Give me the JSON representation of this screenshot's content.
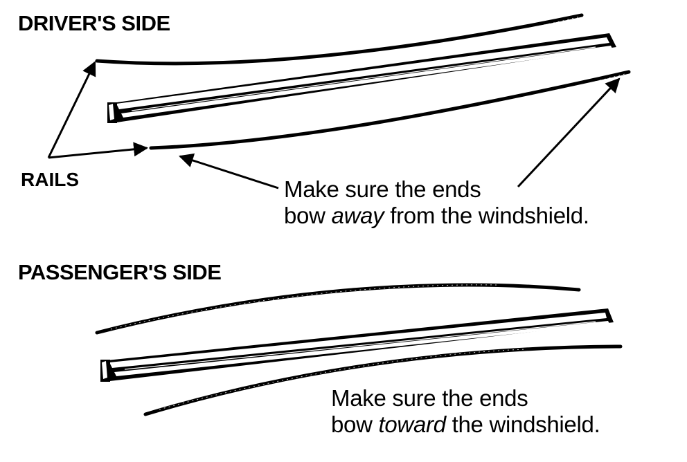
{
  "drivers_side": {
    "heading": "DRIVER'S SIDE",
    "rails_label": "RAILS",
    "note_line1": "Make sure the ends",
    "note_line2_pre": "bow ",
    "note_line2_em": "away",
    "note_line2_post": " from the windshield."
  },
  "passengers_side": {
    "heading": "PASSENGER'S SIDE",
    "note_line1": "Make sure the ends",
    "note_line2_pre": "bow ",
    "note_line2_em": "toward",
    "note_line2_post": " the windshield."
  },
  "colors": {
    "ink": "#000000",
    "background": "#ffffff"
  }
}
